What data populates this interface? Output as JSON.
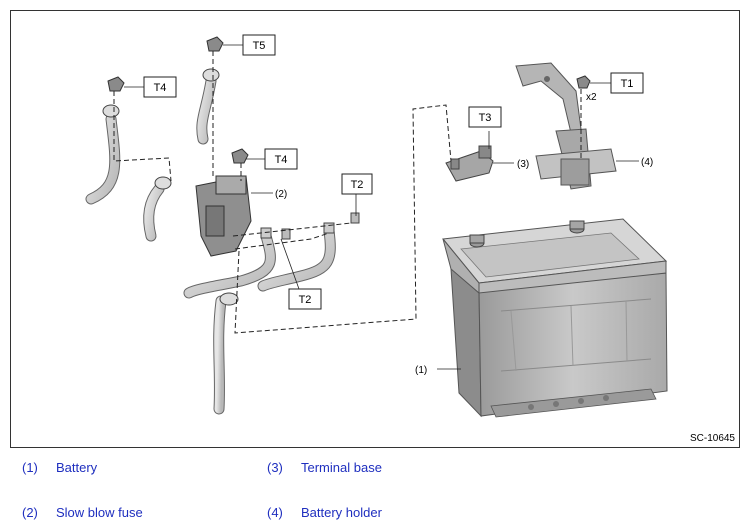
{
  "diagram": {
    "figure_code": "SC-10645",
    "callouts": {
      "c1": "(1)",
      "c2": "(2)",
      "c3": "(3)",
      "c4": "(4)"
    },
    "torque_tags": {
      "t1": "T1",
      "t2a": "T2",
      "t2b": "T2",
      "t3": "T3",
      "t4a": "T4",
      "t4b": "T4",
      "t5": "T5"
    },
    "multiplier": "x2"
  },
  "legend": [
    {
      "num": "(1)",
      "label": "Battery"
    },
    {
      "num": "(3)",
      "label": "Terminal base"
    },
    {
      "num": "(2)",
      "label": "Slow blow fuse"
    },
    {
      "num": "(4)",
      "label": "Battery holder"
    }
  ]
}
